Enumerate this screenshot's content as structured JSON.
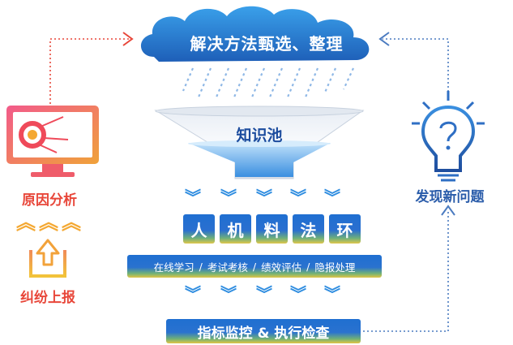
{
  "cloud": {
    "label": "解决方法甄选、整理"
  },
  "funnel": {
    "label": "知识池"
  },
  "left": {
    "monitor_label": "原因分析",
    "upload_label": "纠纷上报"
  },
  "right": {
    "label": "发现新问题"
  },
  "categories": [
    "人",
    "机",
    "料",
    "法",
    "环"
  ],
  "activities": {
    "items": [
      "在线学习",
      "考试考核",
      "绩效评估",
      "隐报处理"
    ],
    "separator": "/"
  },
  "bottom": {
    "label": "指标监控 & 执行检查"
  },
  "colors": {
    "primary_blue": "#2f8de0",
    "dark_blue": "#1c4c9e",
    "red": "#e8473a",
    "orange": "#f4a832",
    "arrow_dots": "#e8473a",
    "right_dots": "#4b7bc0"
  },
  "icons": {
    "cloud": "cloud-icon",
    "funnel": "funnel-icon",
    "monitor": "monitor-analysis-icon",
    "upload": "upload-icon",
    "lightbulb": "lightbulb-question-icon"
  }
}
